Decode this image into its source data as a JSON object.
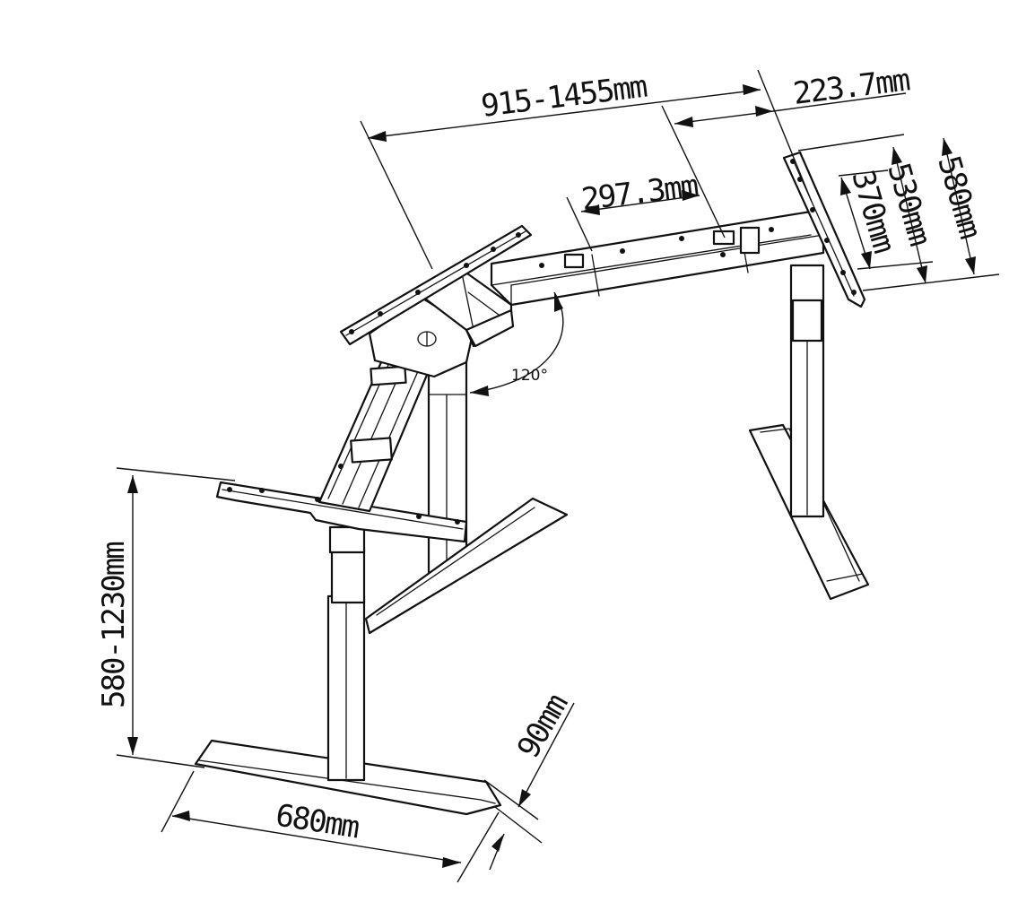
{
  "dimensions": {
    "top_width": "915-1455mm",
    "side_depth": "223.7mm",
    "inner_offset": "297.3mm",
    "bracket_580": "580mm",
    "bracket_530": "530mm",
    "bracket_370": "370mm",
    "height_range": "580-1230mm",
    "foot_length": "680mm",
    "foot_width": "90mm",
    "angle": "120°"
  }
}
